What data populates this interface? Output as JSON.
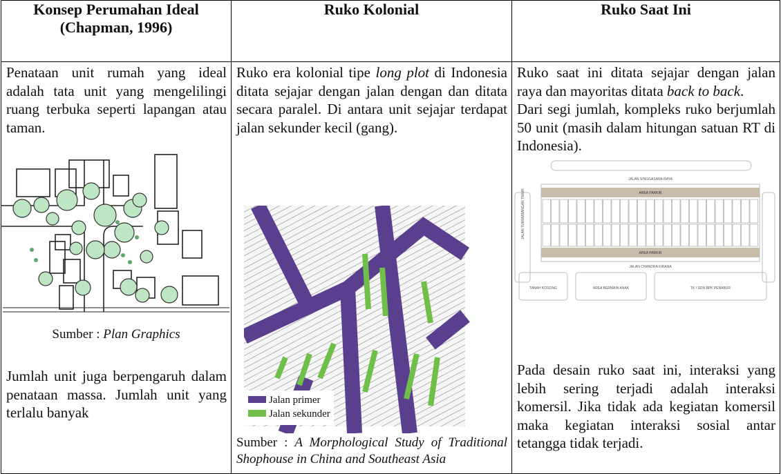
{
  "headers": {
    "col1_line1": "Konsep Perumahan Ideal",
    "col1_line2": "(Chapman, 1996)",
    "col2": "Ruko Kolonial",
    "col3": "Ruko Saat Ini"
  },
  "col1": {
    "para1": "Penataan unit rumah yang ideal adalah tata unit yang mengelilingi ruang terbuka seperti lapangan atau taman.",
    "source_prefix": "Sumber : ",
    "source_title": "Plan Graphics",
    "para2": "Jumlah unit juga berpengaruh dalam penataan massa. Jumlah unit yang terlalu banyak"
  },
  "col2": {
    "para_a": "Ruko era kolonial tipe ",
    "para_italic": "long plot",
    "para_b": " di Indonesia ditata sejajar dengan jalan dengan dan ditata secara paralel. Di antara unit sejajar terdapat jalan sekunder kecil (gang).",
    "legend_primary": "Jalan primer",
    "legend_secondary": "Jalan sekunder",
    "source_prefix": "Sumber : ",
    "source_title": "A Morphological Study of Traditional Shophouse in China and Southeast Asia"
  },
  "col3": {
    "para1_a": "Ruko saat ini ditata sejajar dengan jalan raya dan mayoritas ditata ",
    "para1_italic": "back to back",
    "para1_b": ".",
    "para2": "Dari segi jumlah, kompleks ruko berjumlah 50 unit (masih dalam hitungan satuan RT di Indonesia).",
    "plan_road_top": "JALAN SINGGASANA RAYA",
    "plan_parking_top": "AREA PARKIR",
    "plan_parking_bottom": "AREA PARKIR",
    "plan_road_bottom": "JALAN CHANDRA KIRANA",
    "plan_road_left": "JALAN TUMUMBANGAN TIMUR",
    "plan_lot1": "TANAH KOSONG",
    "plan_lot2": "AREA BERMAIN ANAK",
    "plan_lot3": "TK / SDN BPK PENABUR",
    "para3": "Pada desain ruko saat ini, interaksi yang lebih sering terjadi adalah interaksi komersil. Jika tidak ada kegiatan komersil maka kegiatan interaksi sosial antar tetangga tidak terjadi."
  },
  "colors": {
    "primary_road": "#5b3f8f",
    "secondary_road": "#6fbf4a",
    "tree_fill": "#bfe6c4"
  }
}
